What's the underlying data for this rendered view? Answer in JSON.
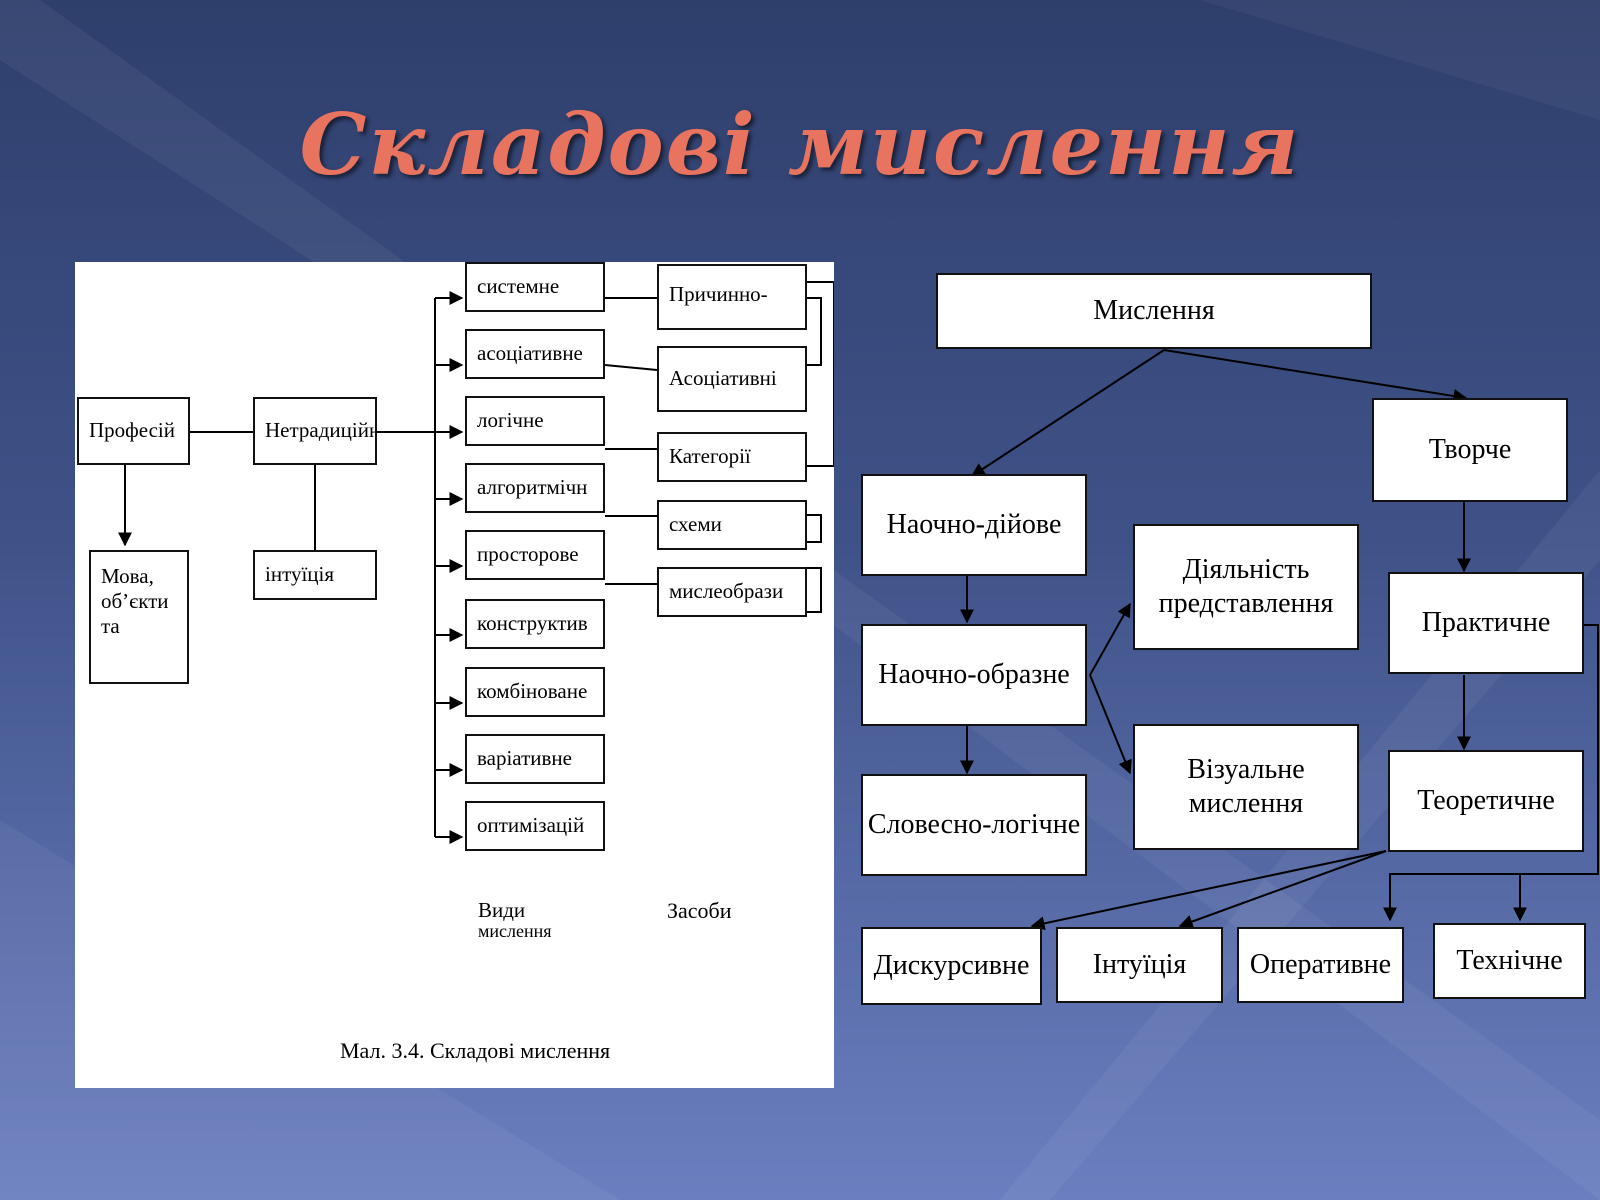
{
  "title": "Складові  мислення",
  "left_diagram": {
    "source_boxes": {
      "profesii": "Професій",
      "netradytsiini": "Нетрадиційн",
      "mova": [
        "Мова,",
        "об’єкти",
        "та"
      ],
      "intuitsiia": "інтуїція"
    },
    "types": [
      "системне",
      "асоціативне",
      "логічне",
      "алгоритмічн",
      "просторове",
      "конструктив",
      "комбіноване",
      "варіативне",
      "оптимізацій"
    ],
    "means": [
      "Причинно-",
      "Асоціативні",
      "Категорії",
      "схеми",
      "мислеобрази"
    ],
    "label_types": "Види",
    "label_types_2": "мислення",
    "label_means": "Засоби",
    "caption": "Мал. 3.4. Складові мислення"
  },
  "right_diagram": {
    "root": "Мислення",
    "tvorche": "Творче",
    "naochno_diiove": "Наочно-дійове",
    "naochno_obrazne": "Наочно-образне",
    "slovesno_logichne": "Словесно-логічне",
    "diialnist": [
      "Діяльність",
      "представлення"
    ],
    "vizualne": [
      "Візуальне",
      "мислення"
    ],
    "praktychne": "Практичне",
    "teoretychne": "Теоретичне",
    "dyskursyvne": "Дискурсивне",
    "intuitsiia": "Інтуїція",
    "operatyvne": "Оперативне",
    "tekhnichne": "Технічне"
  }
}
